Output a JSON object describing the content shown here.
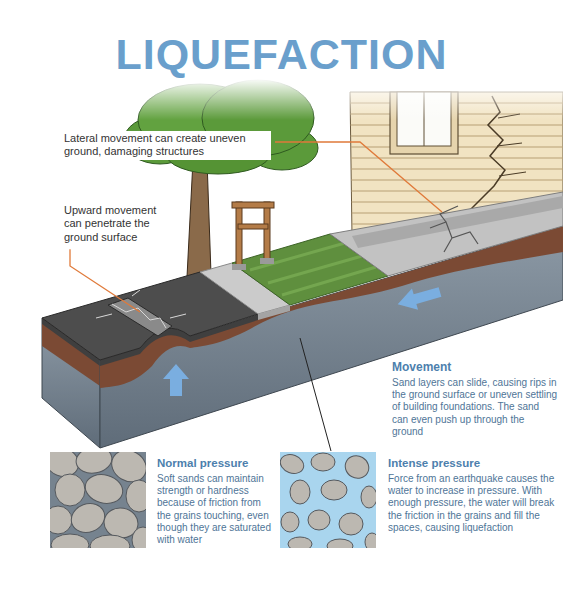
{
  "diagram": {
    "title": "LIQUEFACTION",
    "labels": [
      "Lateral movement can create uneven ground, damaging structures",
      "Upward movement can penetrate the ground surface",
      "Movement",
      "Sand layers can slide, causing rips in the ground surface or uneven settling of building foundations. The sand can even push up through the ground",
      "Normal pressure",
      "Soft sands can maintain strength or hardness because of friction from the grains touching, even though they are saturated with water",
      "Intense pressure",
      "Force from an earthquake causes the water to increase in pressure. With enough pressure, the water will break the friction in the grains and fill the spaces, causing liquefaction"
    ]
  }
}
